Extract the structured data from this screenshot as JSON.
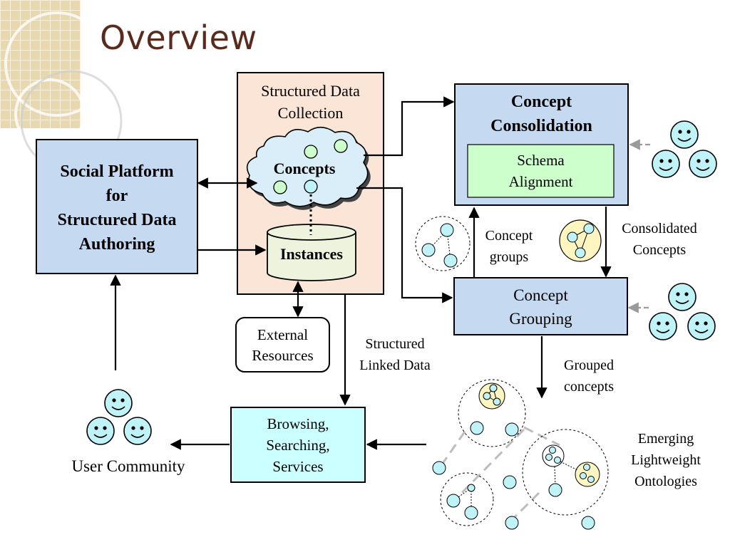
{
  "slide": {
    "title": "Overview"
  },
  "diagram": {
    "social_platform": "Social Platform\nfor\nStructured Data\nAuthoring",
    "structured_data_collection": "Structured Data\nCollection",
    "concepts": "Concepts",
    "instances": "Instances",
    "external_resources": "External\nResources",
    "concept_consolidation": "Concept\nConsolidation",
    "schema_alignment": "Schema\nAlignment",
    "concept_grouping": "Concept\nGrouping",
    "browsing": "Browsing,\nSearching,\nServices",
    "user_community": "User Community",
    "concept_groups": "Concept\ngroups",
    "consolidated_concepts": "Consolidated\nConcepts",
    "structured_linked_data": "Structured\nLinked Data",
    "grouped_concepts": "Grouped\nconcepts",
    "emerging_ontologies": "Emerging\nLightweight\nOntologies"
  },
  "colors": {
    "title": "#5a2a1c",
    "blue_box": "#c5d9f1",
    "peach_box": "#fbe5d6",
    "green_box": "#ccffcc",
    "cyan_box": "#ccffff",
    "node": "#bff3f7",
    "highlight": "#fff5c0"
  }
}
